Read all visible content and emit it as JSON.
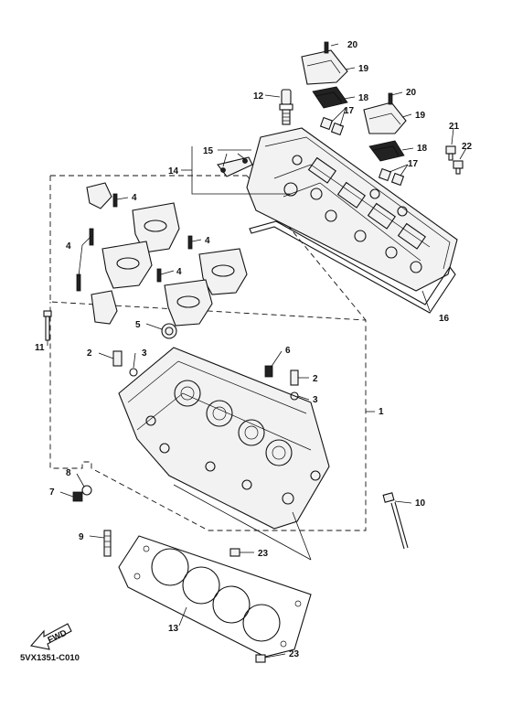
{
  "diagram_code": "5VX1351-C010",
  "fwd_label": "FWD",
  "callouts": {
    "c1": "1",
    "c2a": "2",
    "c2b": "2",
    "c3a": "3",
    "c3b": "3",
    "c4a": "4",
    "c4b": "4",
    "c4c": "4",
    "c4d": "4",
    "c5": "5",
    "c6": "6",
    "c7": "7",
    "c8": "8",
    "c9": "9",
    "c10": "10",
    "c11": "11",
    "c12": "12",
    "c13": "13",
    "c14": "14",
    "c15": "15",
    "c16": "16",
    "c17a": "17",
    "c17b": "17",
    "c18a": "18",
    "c18b": "18",
    "c19a": "19",
    "c19b": "19",
    "c20a": "20",
    "c20b": "20",
    "c21": "21",
    "c22": "22",
    "c23a": "23",
    "c23b": "23"
  }
}
